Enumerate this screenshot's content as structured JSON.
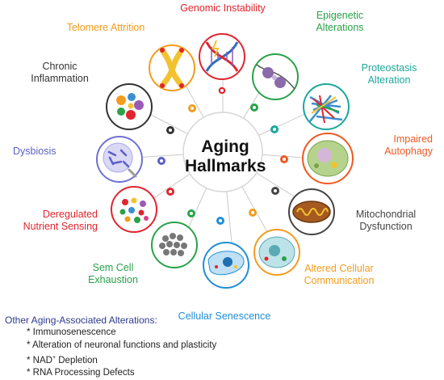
{
  "center": {
    "line1": "Aging",
    "line2": "Hallmarks"
  },
  "hallmarks": {
    "genomic": {
      "text": "Genomic Instability",
      "color": "#e0252e"
    },
    "epigenetic": {
      "line1": "Epigenetic",
      "line2": "Alterations",
      "color": "#2aa14a"
    },
    "proteostasis": {
      "line1": "Proteostasis",
      "line2": "Alteration",
      "color": "#1aa89b"
    },
    "autophagy": {
      "line1": "Impaired",
      "line2": "Autophagy",
      "color": "#ef5a24"
    },
    "mitochondrial": {
      "line1": "Mitochondrial",
      "line2": "Dysfunction",
      "color": "#444444"
    },
    "communication": {
      "line1": "Altered Cellular",
      "line2": "Communication",
      "color": "#f39c1f"
    },
    "senescence": {
      "text": "Cellular Senescence",
      "color": "#1f8fd6"
    },
    "stemcell": {
      "line1": "Sem Cell",
      "line2": "Exhaustion",
      "color": "#2aa14a"
    },
    "nutrient": {
      "line1": "Deregulated",
      "line2": "Nutrient Sensing",
      "color": "#e0252e"
    },
    "dysbiosis": {
      "text": "Dysbiosis",
      "color": "#5b5fc7"
    },
    "inflammation": {
      "line1": "Chronic",
      "line2": "Inflammation",
      "color": "#333333"
    },
    "telomere": {
      "text": "Telomere Attrition",
      "color": "#f39c1f"
    }
  },
  "other": {
    "heading": "Other Aging-Associated Alterations:",
    "items": [
      "Immunosenescence",
      "Alteration of neuronal functions and plasticity",
      "NAD",
      "RNA Processing Defects"
    ],
    "nad_sup": "+",
    "nad_rest": " Depletion"
  }
}
